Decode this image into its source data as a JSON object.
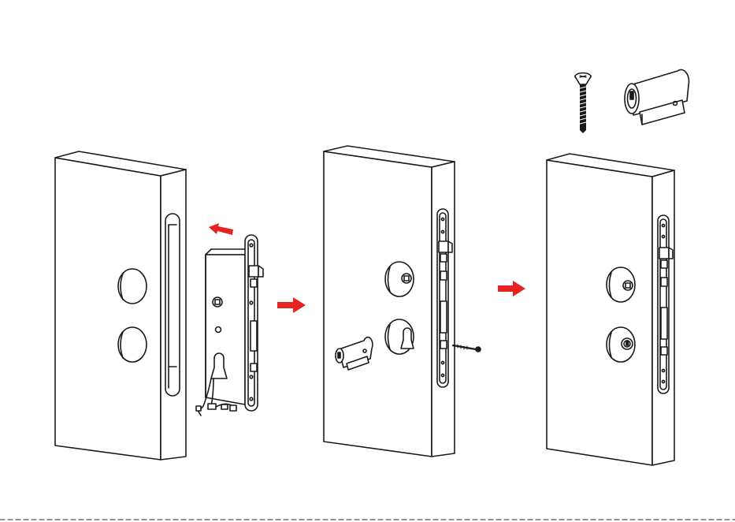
{
  "diagram": {
    "steps": [
      "insert-mortise",
      "install-cylinder",
      "assembled"
    ],
    "parts": [
      "door-panel",
      "mortise-lock-body",
      "faceplate",
      "euro-cylinder",
      "cylinder-screw",
      "wiring-harness"
    ],
    "colors": {
      "line": "#1a1a1a",
      "arrow": "#e52321",
      "fill": "#ffffff",
      "bottom_border": "#555555"
    },
    "icons": [
      "red-arrow-icon",
      "screw-icon",
      "cylinder-icon"
    ]
  }
}
